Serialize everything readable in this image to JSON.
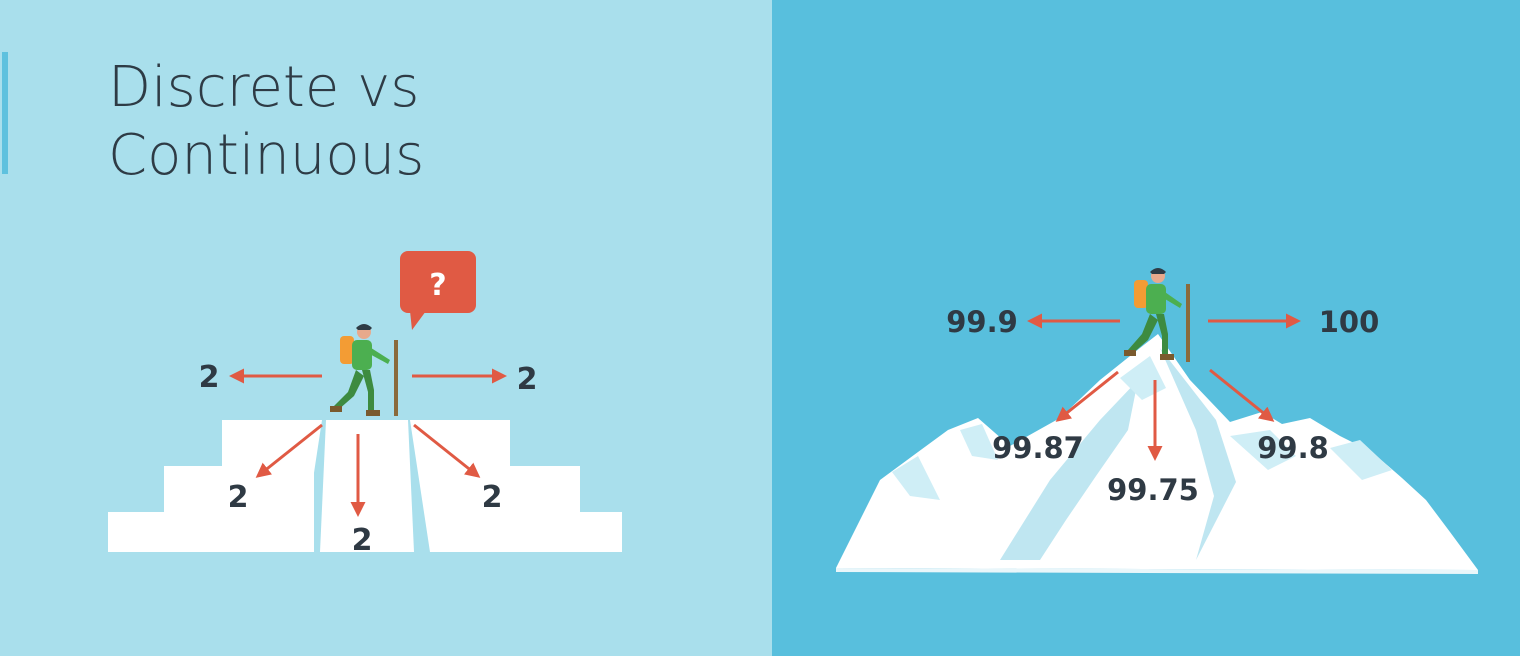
{
  "title": {
    "line1": "Discrete vs",
    "line2": "Continuous"
  },
  "speech_bubble": {
    "symbol": "?"
  },
  "discrete": {
    "left": "2",
    "right": "2",
    "down_left": "2",
    "down": "2",
    "down_right": "2"
  },
  "continuous": {
    "left": "99.9",
    "right": "100",
    "down_left": "99.87",
    "down": "99.75",
    "down_right": "99.8"
  },
  "colors": {
    "left_bg": "#a9dfec",
    "right_bg": "#58bfdd",
    "arrow": "#e05a44",
    "text": "#2f3a44",
    "snow": "#ffffff",
    "hiker_shirt": "#4caf50",
    "backpack": "#f39c34"
  },
  "icons": [
    "hiker-icon",
    "question-bubble-icon",
    "staircase-icon",
    "mountain-icon",
    "arrow-icon"
  ]
}
